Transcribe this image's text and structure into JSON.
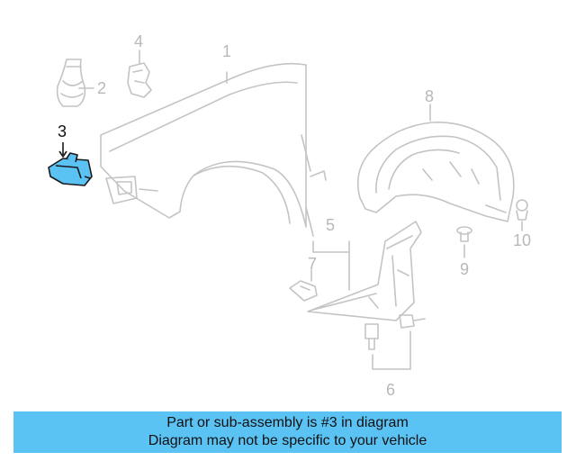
{
  "callouts": {
    "c1": "1",
    "c2": "2",
    "c3": "3",
    "c4": "4",
    "c5": "5",
    "c6": "6",
    "c7": "7",
    "c8": "8",
    "c9": "9",
    "c10": "10"
  },
  "highlighted_part": "3",
  "colors": {
    "highlight_fill": "#5bc2f4",
    "line_art": "#c4c4c4",
    "banner_bg": "#5bc2f4",
    "callout_gray": "#b8b8b8"
  },
  "banner": {
    "line1": "Part or sub-assembly is #3 in diagram",
    "line2": "Diagram may not be specific to your vehicle"
  }
}
